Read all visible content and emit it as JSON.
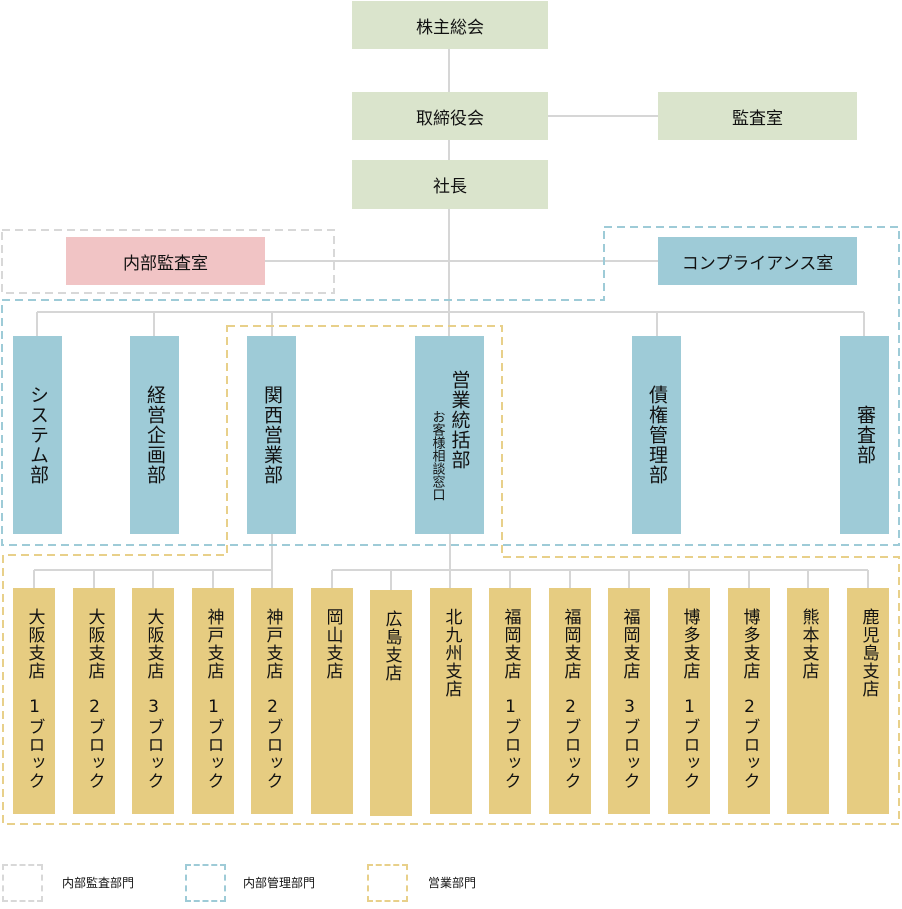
{
  "top": {
    "shareholders": "株主総会",
    "board": "取締役会",
    "auditor": "監査室",
    "president": "社長"
  },
  "staff": {
    "internal_audit": "内部監査室",
    "compliance": "コンプライアンス室"
  },
  "departments": [
    {
      "label": "システム部"
    },
    {
      "label": "経営企画部"
    },
    {
      "label": "関西営業部"
    },
    {
      "label": "営業統括部",
      "sub": "お客様相談窓口"
    },
    {
      "label": "債権管理部"
    },
    {
      "label": "審査部"
    }
  ],
  "branches": [
    {
      "name": "大阪支店",
      "block": "1ブロック"
    },
    {
      "name": "大阪支店",
      "block": "2ブロック"
    },
    {
      "name": "大阪支店",
      "block": "3ブロック"
    },
    {
      "name": "神戸支店",
      "block": "1ブロック"
    },
    {
      "name": "神戸支店",
      "block": "2ブロック"
    },
    {
      "name": "岡山支店",
      "block": ""
    },
    {
      "name": "広島支店",
      "block": ""
    },
    {
      "name": "北九州支店",
      "block": ""
    },
    {
      "name": "福岡支店",
      "block": "1ブロック"
    },
    {
      "name": "福岡支店",
      "block": "2ブロック"
    },
    {
      "name": "福岡支店",
      "block": "3ブロック"
    },
    {
      "name": "博多支店",
      "block": "1ブロック"
    },
    {
      "name": "博多支店",
      "block": "2ブロック"
    },
    {
      "name": "熊本支店",
      "block": ""
    },
    {
      "name": "鹿児島支店",
      "block": ""
    }
  ],
  "legend": [
    {
      "label": "内部監査部門",
      "color": "#d8d8d8"
    },
    {
      "label": "内部管理部門",
      "color": "#9ecbd7"
    },
    {
      "label": "営業部門",
      "color": "#e8d08a"
    }
  ],
  "colors": {
    "executive": "#dae4cc",
    "internal_audit": "#f1c4c5",
    "management": "#9ecbd7",
    "sales": "#e6cc81",
    "connector": "#d6d6d6"
  }
}
